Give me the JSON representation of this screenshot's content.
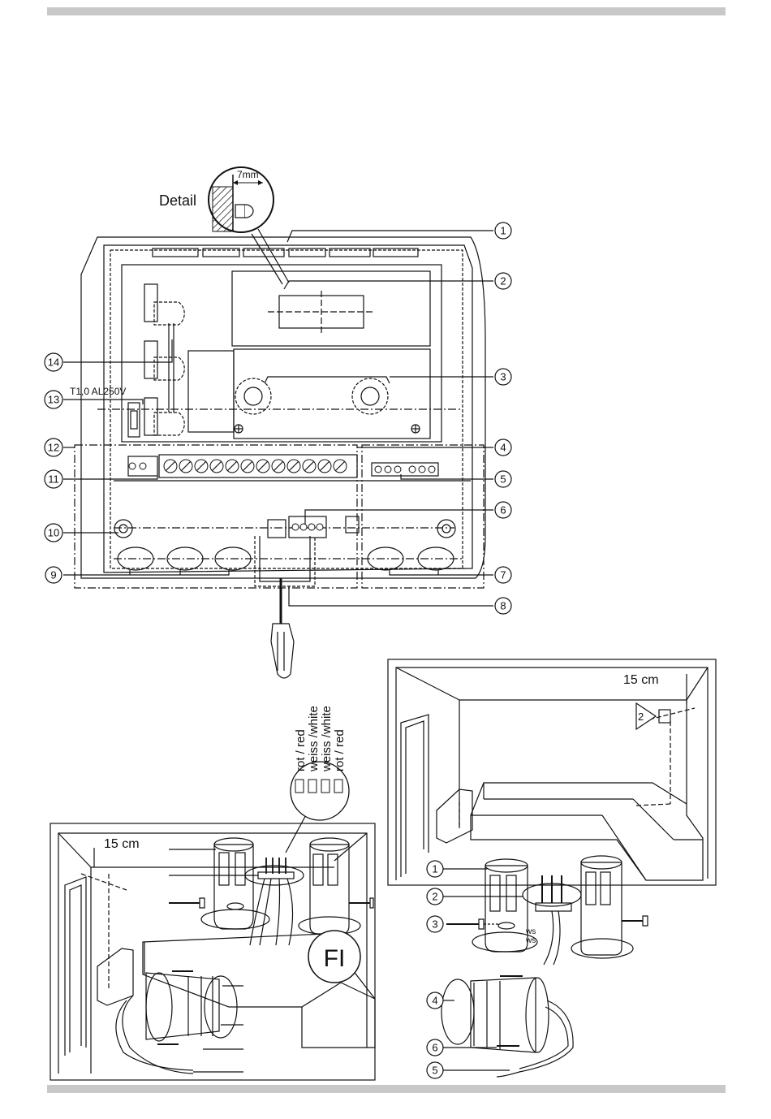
{
  "detail": {
    "title": "Detail",
    "dimension": "7mm"
  },
  "control_unit": {
    "fuse_label": "T1,0 AL250V",
    "callouts": [
      "1",
      "2",
      "3",
      "4",
      "5",
      "6",
      "7",
      "8",
      "9",
      "10",
      "11",
      "12",
      "13",
      "14"
    ]
  },
  "wiring": {
    "wire_colors": [
      "rot / red",
      "weiss /white",
      "weiss /white",
      "rot / red"
    ],
    "fi_label": "FI",
    "height_label_left": "15 cm",
    "height_label_right": "15 cm",
    "sensor_number": "2",
    "ws_labels": [
      "ws",
      "ws"
    ],
    "right_callouts": [
      "1",
      "2",
      "3",
      "4",
      "5",
      "6"
    ]
  }
}
